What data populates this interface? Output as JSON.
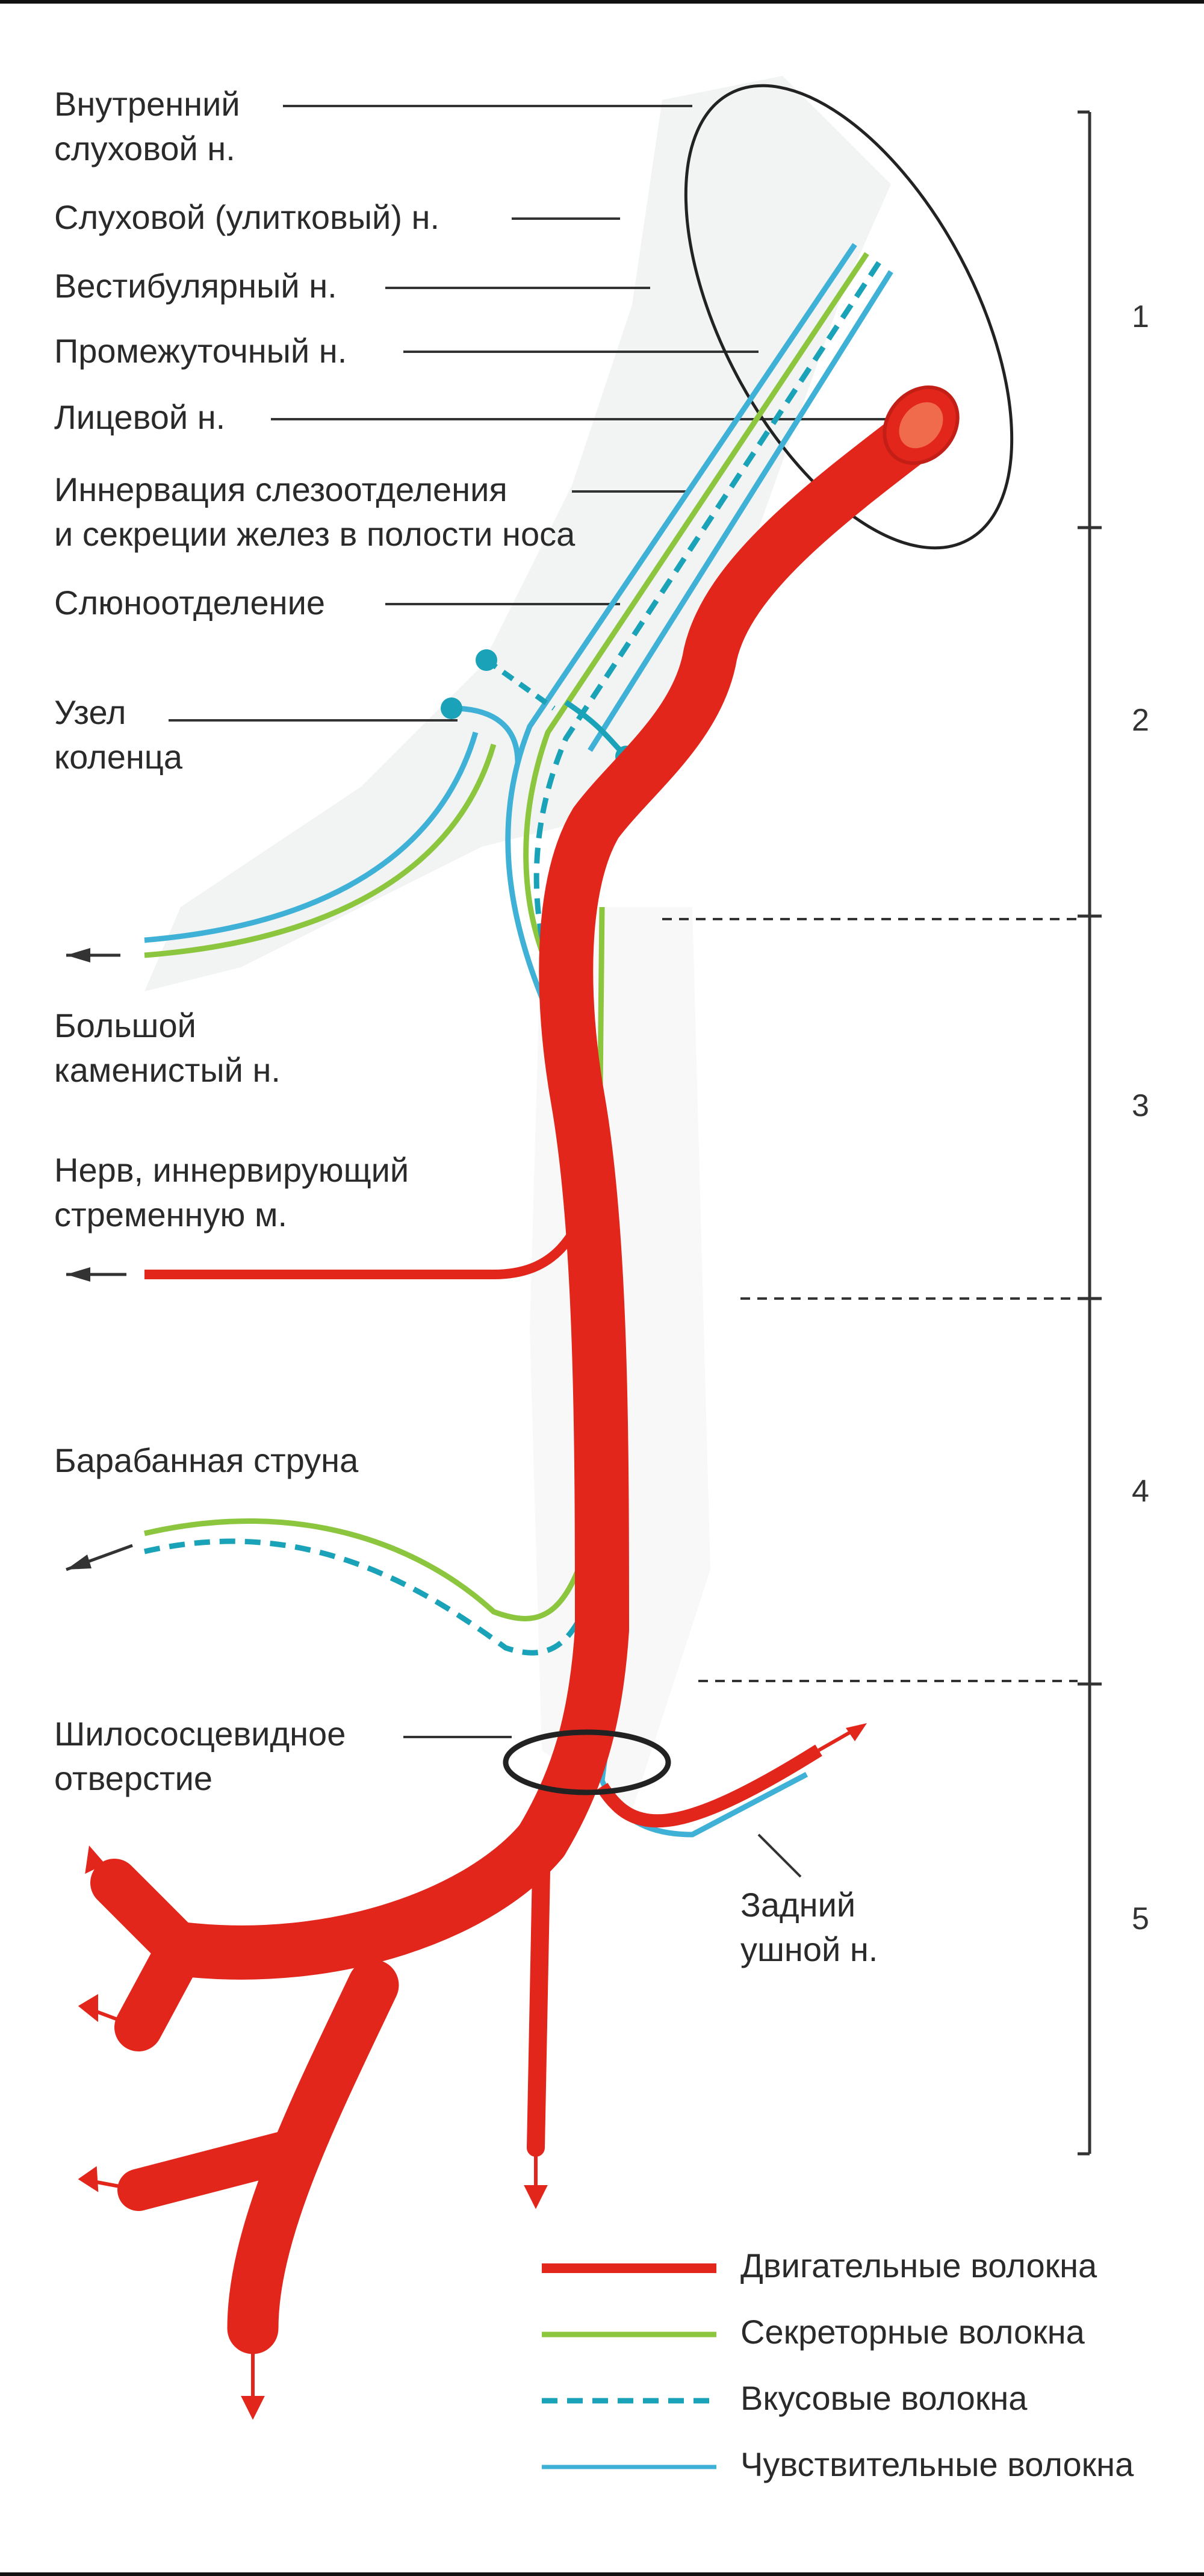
{
  "colors": {
    "motor": "#e3261b",
    "secretory": "#8cc63e",
    "taste": "#1aa3b8",
    "sensory": "#3fb1d6",
    "bone": "#e9ecea",
    "line": "#333333"
  },
  "labels": {
    "internal_auditory_line1": "Внутренний",
    "internal_auditory_line2": "слуховой н.",
    "cochlear": "Слуховой (улитковый) н.",
    "vestibular": "Вестибулярный н.",
    "intermediate": "Промежуточный н.",
    "facial": "Лицевой н.",
    "lacrimal_line1": "Иннервация слезоотделения",
    "lacrimal_line2": "и секреции желез в полости носа",
    "salivation": "Слюноотделение",
    "geniculate_line1": "Узел",
    "geniculate_line2": "коленца",
    "petrosal_line1": "Большой",
    "petrosal_line2": "каменистый н.",
    "stapedius_line1": "Нерв, иннервирующий",
    "stapedius_line2": "стременную м.",
    "chorda": "Барабанная струна",
    "stylomastoid_line1": "Шилососцевидное",
    "stylomastoid_line2": "отверстие",
    "auricular_line1": "Задний",
    "auricular_line2": "ушной н."
  },
  "segments": [
    "1",
    "2",
    "3",
    "4",
    "5"
  ],
  "legend": [
    {
      "label": "Двигательные волокна",
      "style": "motor"
    },
    {
      "label": "Секреторные волокна",
      "style": "secretory"
    },
    {
      "label": "Вкусовые волокна",
      "style": "taste"
    },
    {
      "label": "Чувствительные волокна",
      "style": "sensory"
    }
  ]
}
